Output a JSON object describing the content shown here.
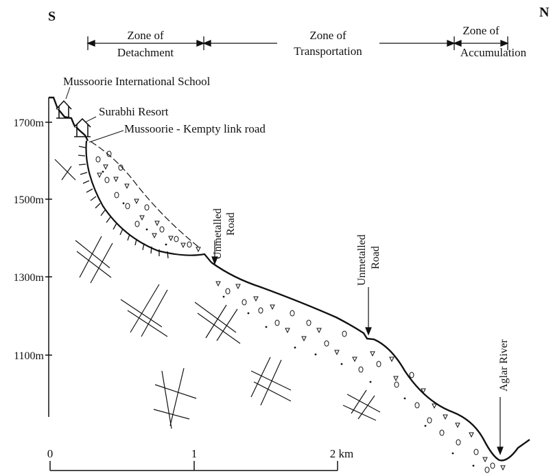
{
  "orientation": {
    "south": "S",
    "north": "N"
  },
  "zones": [
    {
      "line1": "Zone of",
      "line2": "Detachment"
    },
    {
      "line1": "Zone of",
      "line2": "Transportation"
    },
    {
      "line1": "Zone of",
      "line2": "Accumulation"
    }
  ],
  "elevations": [
    "1700m",
    "1500m",
    "1300m",
    "1100m"
  ],
  "landmarks": {
    "school": "Mussoorie International School",
    "resort": "Surabhi Resort",
    "link_road": "Mussoorie - Kempty link road",
    "road1_line1": "Unmetalled",
    "road1_line2": "Road",
    "road2_line1": "Unmetalled",
    "road2_line2": "Road",
    "river": "Aglar River"
  },
  "scale": {
    "tick0": "0",
    "tick1": "1",
    "tick2": "2 km"
  }
}
